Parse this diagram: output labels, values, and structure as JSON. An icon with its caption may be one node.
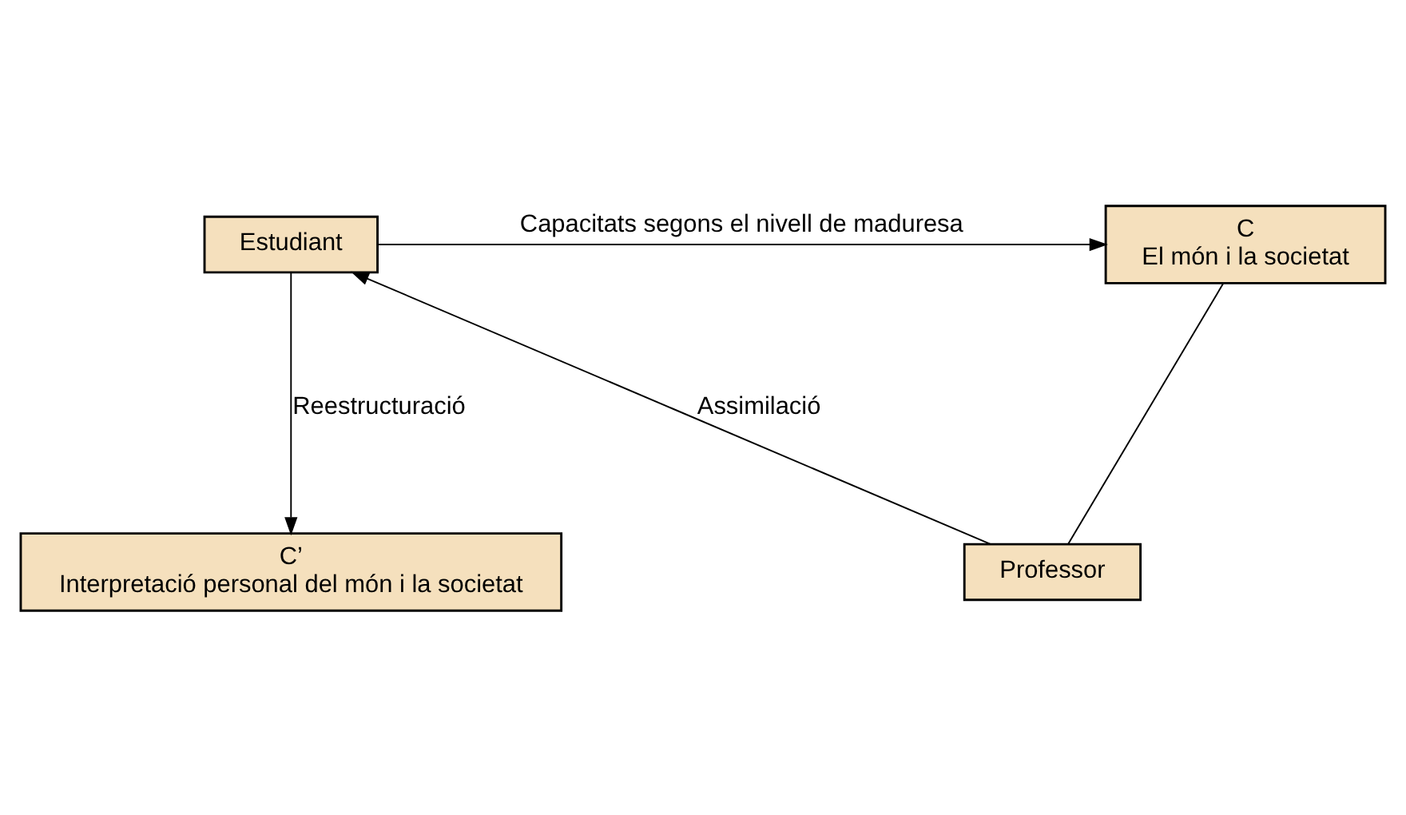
{
  "diagram": {
    "nodes": [
      {
        "text": [
          "Estudiant"
        ]
      },
      {
        "text": [
          "C",
          "El món i la societat"
        ]
      },
      {
        "text": [
          "C’",
          "Interpretació personal del món i la societat"
        ]
      },
      {
        "text": [
          "Professor"
        ]
      }
    ],
    "edges": [
      {
        "from": 0,
        "to": 1,
        "arrow": "to",
        "label": "Capacitats segons el nivell de maduresa"
      },
      {
        "from": 0,
        "to": 2,
        "arrow": "to",
        "label": "Reestructuració"
      },
      {
        "from": 3,
        "to": 0,
        "arrow": "to",
        "label": "Assimilació"
      },
      {
        "from": 1,
        "to": 3,
        "arrow": "none"
      }
    ]
  }
}
